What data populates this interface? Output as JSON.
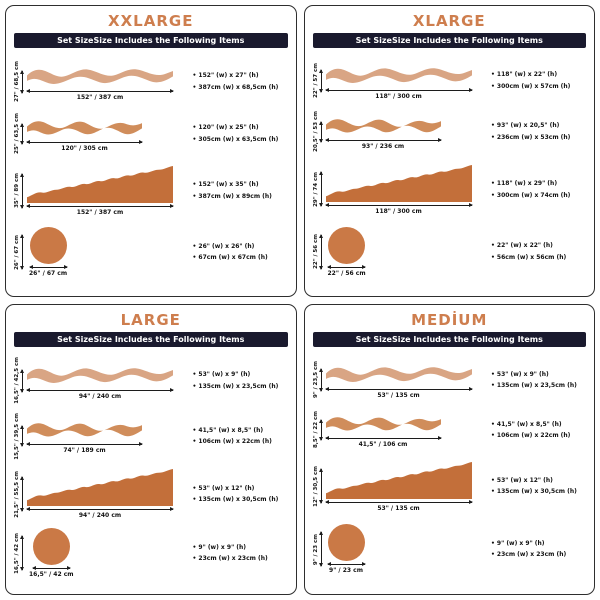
{
  "colors": {
    "title": "#ce7e4e",
    "subtitle_bg": "#1a1a2e",
    "subtitle_text": "#ffffff",
    "shape_light": "#d9a584",
    "shape_mid": "#d08d5b",
    "shape_dark": "#c36f3a",
    "circle": "#ca7946",
    "dimension": "#1c1c1c"
  },
  "panels": [
    {
      "title": "XXLARGE",
      "subtitle": "Set SizeSize Includes the Following Items",
      "rows": [
        {
          "height_label": "27\" / 68,5 cm",
          "width_label": "152\" / 387 cm",
          "spec_in": "• 152\" (w) x 27\" (h)",
          "spec_cm": "• 387cm (w) x 68,5cm (h)"
        },
        {
          "height_label": "25\" / 63,5 cm",
          "width_label": "120\" / 305 cm",
          "spec_in": "• 120\" (w) x 25\" (h)",
          "spec_cm": "• 305cm (w) x 63,5cm (h)"
        },
        {
          "height_label": "35\" / 89 cm",
          "width_label": "152\" / 387 cm",
          "spec_in": "• 152\" (w) x 35\" (h)",
          "spec_cm": "• 387cm (w) x 89cm (h)"
        }
      ],
      "circle": {
        "height_label": "26\" / 67 cm",
        "width_label": "26\" / 67 cm",
        "spec_in": "• 26\" (w) x 26\" (h)",
        "spec_cm": "• 67cm (w) x 67cm (h)"
      }
    },
    {
      "title": "XLARGE",
      "subtitle": "Set SizeSize Includes the Following Items",
      "rows": [
        {
          "height_label": "22\" / 57 cm",
          "width_label": "118\" / 300 cm",
          "spec_in": "• 118\" (w) x 22\" (h)",
          "spec_cm": "• 300cm (w) x 57cm (h)"
        },
        {
          "height_label": "20,5\" / 53 cm",
          "width_label": "93\" / 236 cm",
          "spec_in": "• 93\" (w) x 20,5\" (h)",
          "spec_cm": "• 236cm (w) x 53cm (h)"
        },
        {
          "height_label": "29\" / 74 cm",
          "width_label": "118\" / 300 cm",
          "spec_in": "• 118\" (w) x 29\" (h)",
          "spec_cm": "• 300cm (w) x 74cm (h)"
        }
      ],
      "circle": {
        "height_label": "22\" / 56 cm",
        "width_label": "22\" / 56 cm",
        "spec_in": "• 22\" (w) x 22\" (h)",
        "spec_cm": "• 56cm (w) x 56cm (h)"
      }
    },
    {
      "title": "LARGE",
      "subtitle": "Set SizeSize Includes the Following Items",
      "rows": [
        {
          "height_label": "16,5\" / 42,5 cm",
          "width_label": "94\" / 240 cm",
          "spec_in": "• 53\" (w) x 9\" (h)",
          "spec_cm": "• 135cm (w) x 23,5cm (h)"
        },
        {
          "height_label": "15,5\" / 39,5 cm",
          "width_label": "74\" / 189 cm",
          "spec_in": "• 41,5\" (w) x 8,5\" (h)",
          "spec_cm": "• 106cm (w) x 22cm (h)"
        },
        {
          "height_label": "21,5\" / 55,5 cm",
          "width_label": "94\" / 240 cm",
          "spec_in": "• 53\" (w) x 12\" (h)",
          "spec_cm": "• 135cm (w) x 30,5cm (h)"
        }
      ],
      "circle": {
        "height_label": "16,5\" / 42 cm",
        "width_label": "16,5\" / 42 cm",
        "spec_in": "• 9\" (w) x 9\" (h)",
        "spec_cm": "• 23cm (w) x 23cm (h)"
      }
    },
    {
      "title": "MEDİUM",
      "subtitle": "Set SizeSize Includes the Following Items",
      "rows": [
        {
          "height_label": "9\" / 23,5 cm",
          "width_label": "53\" / 135 cm",
          "spec_in": "• 53\" (w) x 9\" (h)",
          "spec_cm": "• 135cm (w) x 23,5cm (h)"
        },
        {
          "height_label": "8,5\" / 22 cm",
          "width_label": "41,5\" / 106 cm",
          "spec_in": "• 41,5\" (w) x 8,5\" (h)",
          "spec_cm": "• 106cm (w) x 22cm (h)"
        },
        {
          "height_label": "12\" / 30,5 cm",
          "width_label": "53\" / 135 cm",
          "spec_in": "• 53\" (w) x 12\" (h)",
          "spec_cm": "• 135cm (w) x 30,5cm (h)"
        }
      ],
      "circle": {
        "height_label": "9\" / 23 cm",
        "width_label": "9\" / 23 cm",
        "spec_in": "• 9\" (w) x 9\" (h)",
        "spec_cm": "• 23cm (w) x 23cm (h)"
      }
    }
  ]
}
